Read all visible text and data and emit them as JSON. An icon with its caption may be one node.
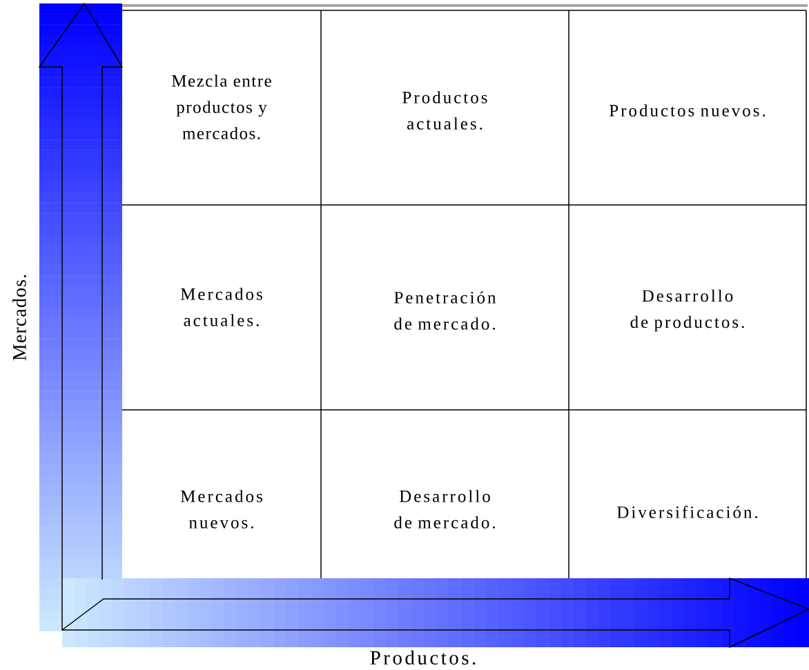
{
  "diagram": {
    "nodes": [
      {
        "text": [
          "Mezcla entre productos y mercados."
        ]
      },
      {
        "text": [
          "Productos actuales."
        ]
      },
      {
        "text": [
          "Productos nuevos."
        ]
      },
      {
        "text": [
          "Mercados actuales."
        ]
      },
      {
        "text": [
          "Penetración de mercado."
        ]
      },
      {
        "text": [
          "Desarrollo de productos."
        ]
      },
      {
        "text": [
          "Mercados nuevos."
        ]
      },
      {
        "text": [
          "Desarrollo de mercado."
        ]
      },
      {
        "text": [
          "Diversificación."
        ]
      }
    ],
    "labels": [
      "Mercados.",
      "Productos."
    ]
  }
}
